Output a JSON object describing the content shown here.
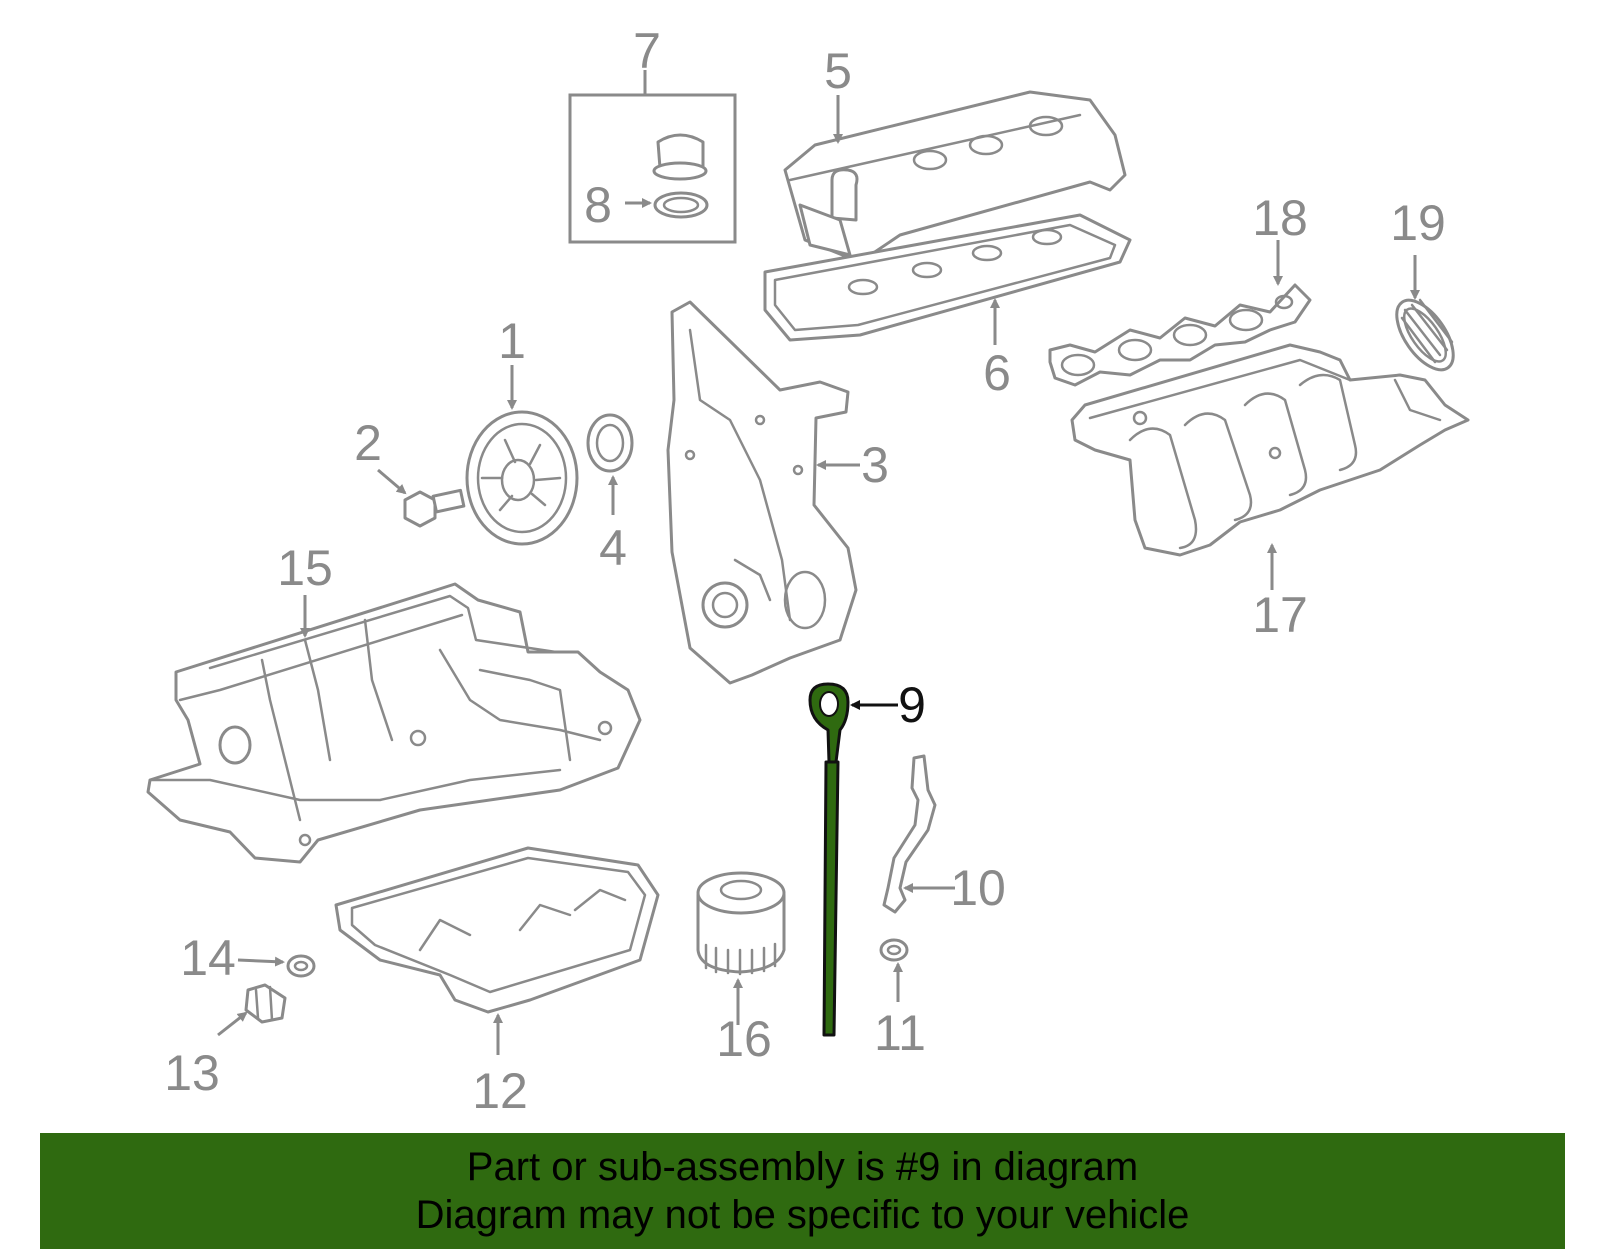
{
  "diagram": {
    "highlight_color": "#2f6a10",
    "line_color": "#8a8a8a",
    "callouts": [
      "1",
      "2",
      "3",
      "4",
      "5",
      "6",
      "7",
      "8",
      "9",
      "10",
      "11",
      "12",
      "13",
      "14",
      "15",
      "16",
      "17",
      "18",
      "19"
    ],
    "highlighted_callout": "9"
  },
  "banner": {
    "background": "#2f6a10",
    "line1": "Part or sub-assembly is #9 in diagram",
    "line2": "Diagram may not be specific to your vehicle"
  }
}
